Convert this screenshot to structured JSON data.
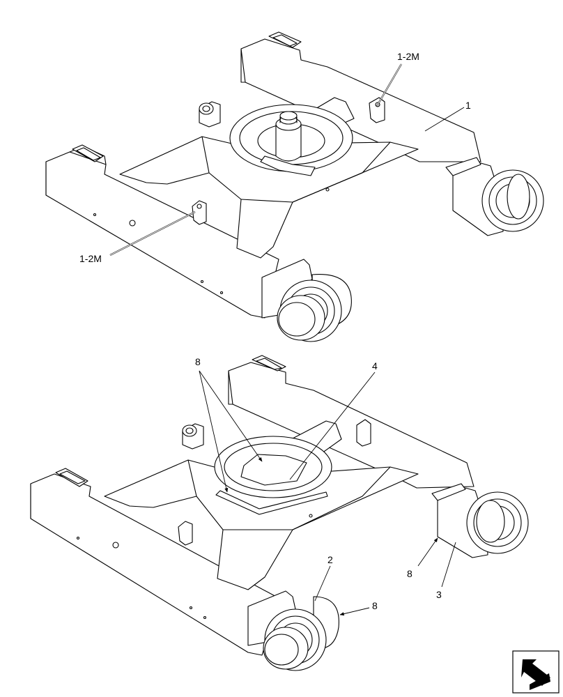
{
  "diagram": {
    "upper_view": {
      "callouts": [
        {
          "id": "c-1-2m-top",
          "label": "1-2M"
        },
        {
          "id": "c-1",
          "label": "1"
        },
        {
          "id": "c-1-2m-left",
          "label": "1-2M"
        }
      ]
    },
    "lower_view": {
      "callouts": [
        {
          "id": "c-8-top",
          "label": "8"
        },
        {
          "id": "c-4",
          "label": "4"
        },
        {
          "id": "c-8-right",
          "label": "8"
        },
        {
          "id": "c-3",
          "label": "3"
        },
        {
          "id": "c-2",
          "label": "2"
        },
        {
          "id": "c-8-bottom",
          "label": "8"
        }
      ]
    },
    "nav_icon": "navigation-arrow-icon"
  }
}
